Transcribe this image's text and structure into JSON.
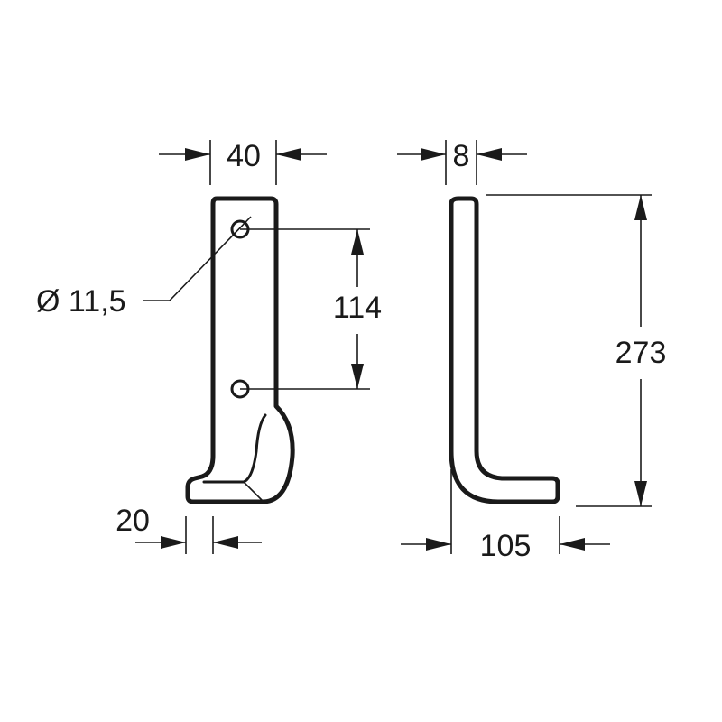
{
  "dimensions": {
    "width": "40",
    "thickness": "8",
    "hole_diameter": "Ø 11,5",
    "hole_spacing": "114",
    "total_height": "273",
    "tip_width": "20",
    "foot_length": "105"
  }
}
